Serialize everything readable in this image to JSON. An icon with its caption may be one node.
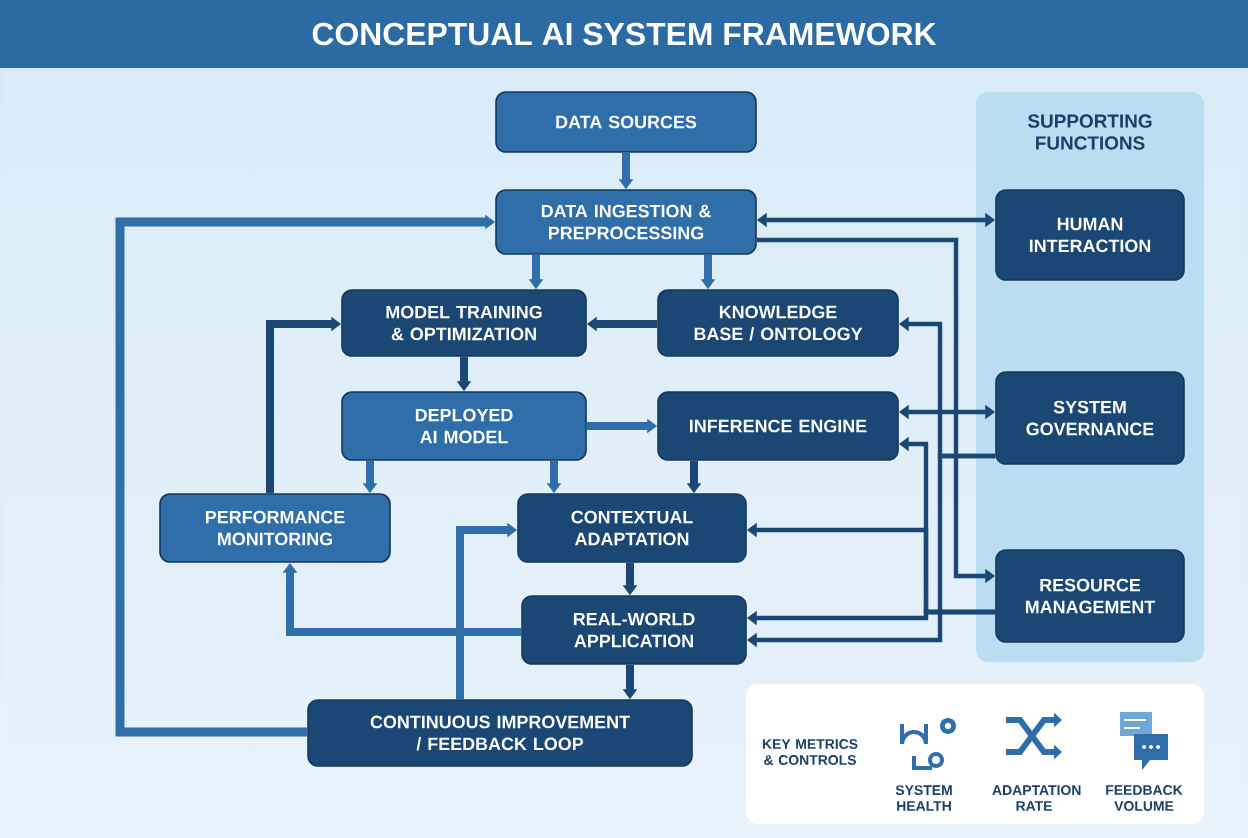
{
  "diagram": {
    "title": "CONCEPTUAL AI SYSTEM FRAMEWORK",
    "nodes": [
      {
        "text": [
          "DATA SOURCES"
        ]
      },
      {
        "text": [
          "DATA INGESTION & PREPROCESSING"
        ]
      },
      {
        "text": [
          "MODEL TRAINING & OPTIMIZATION"
        ]
      },
      {
        "text": [
          "KNOWLEDGE BASE / ONTOLOGY"
        ]
      },
      {
        "text": [
          "DEPLOYED AI MODEL"
        ]
      },
      {
        "text": [
          "INFERENCE ENGINE"
        ]
      },
      {
        "text": [
          "PERFORMANCE MONITORING"
        ]
      },
      {
        "text": [
          "CONTEXTUAL ADAPTATION"
        ]
      },
      {
        "text": [
          "REAL-WORLD APPLICATION"
        ]
      },
      {
        "text": [
          "CONTINUOUS IMPROVEMENT / FEEDBACK LOOP"
        ]
      },
      {
        "text": [
          "SUPPORTING FUNCTIONS"
        ]
      },
      {
        "text": [
          "HUMAN INTERACTION"
        ],
        "in": 10
      },
      {
        "text": [
          "SYSTEM GOVERNANCE"
        ],
        "in": 10
      },
      {
        "text": [
          "RESOURCE MANAGEMENT"
        ],
        "in": 10
      },
      {
        "text": [
          "KEY METRICS & CONTROLS",
          "SYSTEM HEALTH",
          "ADAPTATION RATE",
          "FEEDBACK VOLUME"
        ]
      }
    ],
    "edges": [
      {
        "from": 0,
        "to": 1,
        "arrow": "to"
      },
      {
        "from": 1,
        "to": 2,
        "arrow": "to"
      },
      {
        "from": 1,
        "to": 3,
        "arrow": "to"
      },
      {
        "from": 3,
        "to": 2,
        "arrow": "to"
      },
      {
        "from": 2,
        "to": 4,
        "arrow": "to"
      },
      {
        "from": 4,
        "to": 5,
        "arrow": "to"
      },
      {
        "from": 4,
        "to": 6,
        "arrow": "to"
      },
      {
        "from": 4,
        "to": 7,
        "arrow": "to"
      },
      {
        "from": 5,
        "to": 7,
        "arrow": "to"
      },
      {
        "from": 6,
        "to": 2,
        "arrow": "to"
      },
      {
        "from": 8,
        "to": 6,
        "arrow": "to"
      },
      {
        "from": 9,
        "to": 7,
        "arrow": "to"
      },
      {
        "from": 8,
        "to": 9,
        "arrow": "to"
      },
      {
        "from": 7,
        "to": 8,
        "arrow": "to"
      },
      {
        "from": 9,
        "to": 1,
        "arrow": "to"
      },
      {
        "from": 1,
        "to": 11,
        "arrow": "both"
      },
      {
        "from": 5,
        "to": 12,
        "arrow": "both"
      },
      {
        "from": 1,
        "to": 13,
        "arrow": "to"
      },
      {
        "from": 12,
        "to": 3,
        "arrow": "to"
      },
      {
        "from": 13,
        "to": 7,
        "arrow": "to"
      },
      {
        "from": 13,
        "to": 8,
        "arrow": "to"
      },
      {
        "from": 12,
        "to": 8,
        "arrow": "to"
      },
      {
        "from": 13,
        "to": 5,
        "arrow": "to"
      }
    ]
  }
}
